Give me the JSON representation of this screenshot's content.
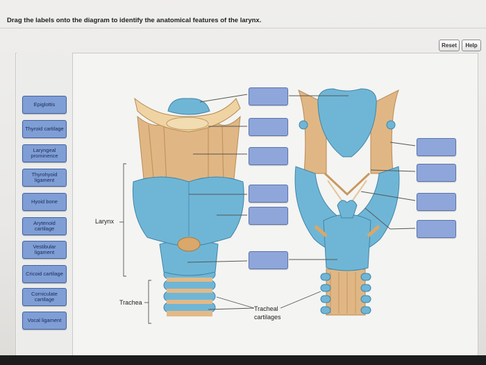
{
  "instruction": "Drag the labels onto the diagram to identify the anatomical features of the larynx.",
  "toolbar": {
    "reset_label": "Reset",
    "help_label": "Help"
  },
  "labels": [
    "Epiglottis",
    "Thyroid cartilage",
    "Laryngeal prominence",
    "Thyrohyoid ligament",
    "Hyoid bone",
    "Arytenoid cartilage",
    "Vestibular ligament",
    "Cricoid cartilage",
    "Corniculate cartilage",
    "Vocal ligament"
  ],
  "diagram_text": {
    "larynx": "Larynx",
    "trachea": "Trachea",
    "tracheal_cartilages": "Tracheal cartilages"
  },
  "colors": {
    "label_fill": "#7f9ed6",
    "drop_target_fill": "#8fa6da",
    "cartilage_blue": "#6fb6d6",
    "ligament_tan": "#d9a86a"
  }
}
